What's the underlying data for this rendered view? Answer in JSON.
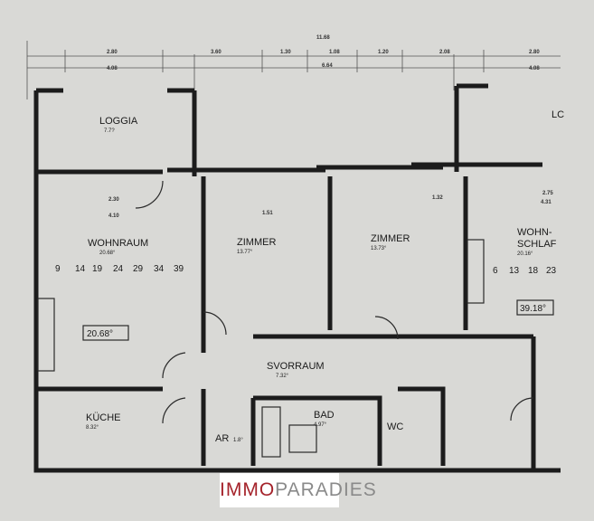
{
  "dimensions": {
    "top_total": "11.68",
    "row1": [
      "2.80",
      "3.60",
      "1.30",
      "1.08",
      "1.20",
      "2.08",
      "2.80"
    ],
    "row2": [
      "4.08",
      "6.64",
      "4.08"
    ],
    "inner": [
      "2.30",
      "4.10",
      "1.51",
      "1.32",
      "2.75",
      "4.31"
    ]
  },
  "rooms": [
    {
      "name": "LOGGIA",
      "area": "7.7?"
    },
    {
      "name": "WOHNRAUM",
      "area": "20.68°"
    },
    {
      "name": "ZIMMER",
      "area": "13.77°"
    },
    {
      "name": "ZIMMER",
      "area": "13.73°"
    },
    {
      "name": "WOHN-",
      "name2": "SCHLAF",
      "area": "20.16°"
    },
    {
      "name": "SVORRAUM",
      "area": "7.32°"
    },
    {
      "name": "KÜCHE",
      "area": "8.32°"
    },
    {
      "name": "BAD",
      "area": "4.97°"
    },
    {
      "name": "WC",
      "area": ""
    },
    {
      "name": "AR",
      "area": "1.8°"
    },
    {
      "name": "LC",
      "area": ""
    }
  ],
  "heater_numbers_left": [
    "9",
    "14",
    "19",
    "24",
    "29",
    "34",
    "39"
  ],
  "heater_numbers_right": [
    "6",
    "13",
    "18",
    "23"
  ],
  "boxes": {
    "left": "20.68°",
    "right": "39.18°"
  },
  "logo": {
    "part1": "IMMO",
    "part2": "PARADIES"
  }
}
